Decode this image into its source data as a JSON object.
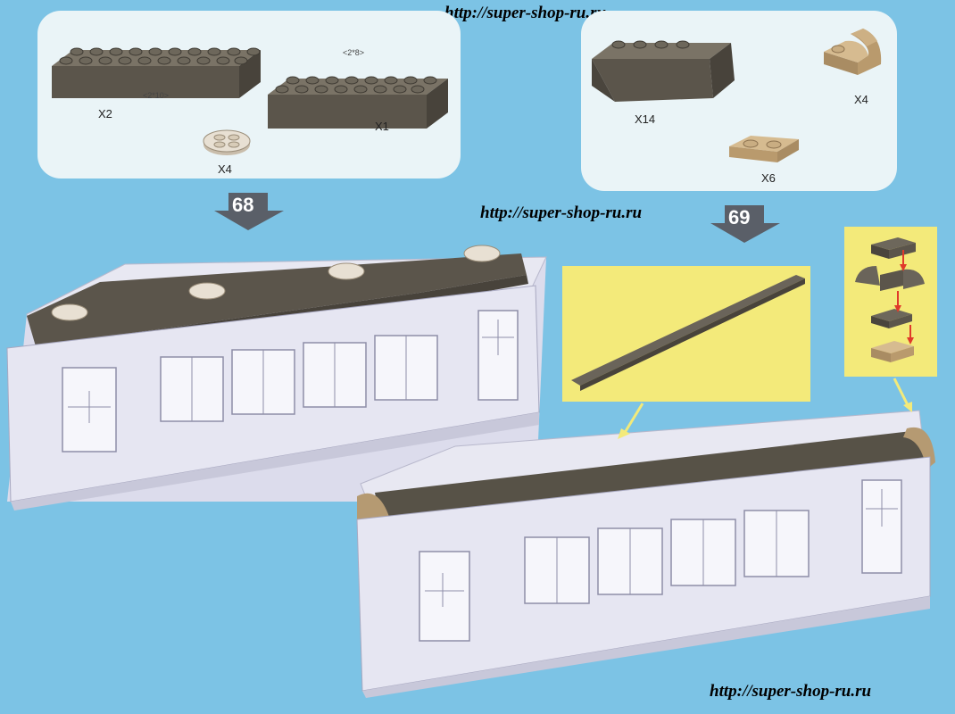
{
  "watermark": {
    "top": "http://super-shop-ru.ru",
    "middle": "http://super-shop-ru.ru",
    "bottom": "http://super-shop-ru.ru"
  },
  "step68": {
    "number": "68",
    "parts": [
      {
        "icon": "brick-2x10-icon",
        "dims": "<2*10>",
        "qty": "X2"
      },
      {
        "icon": "brick-2x8-icon",
        "dims": "<2*8>",
        "qty": "X1"
      },
      {
        "icon": "round-plate-2x2-icon",
        "qty": "X4"
      }
    ]
  },
  "step69": {
    "number": "69",
    "parts": [
      {
        "icon": "slope-brick-icon",
        "qty": "X14"
      },
      {
        "icon": "curved-tile-icon",
        "qty": "X4"
      },
      {
        "icon": "plate-1x2-icon",
        "qty": "X6"
      }
    ]
  },
  "colors": {
    "background": "#7cc3e5",
    "panel": "#eaf4f7",
    "dark_brick": "#5b554b",
    "tan_brick": "#c4a880",
    "callout": "#f3ea7a",
    "arrow": "#e03a2a"
  }
}
